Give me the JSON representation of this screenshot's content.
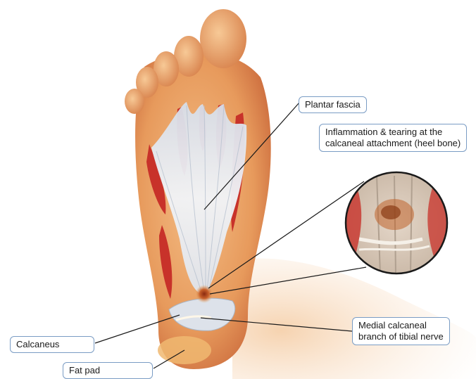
{
  "labels": {
    "plantar_fascia": "Plantar fascia",
    "inflammation_line1": "Inflammation & tearing at the",
    "inflammation_line2": "calcaneal attachment (heel bone)",
    "calcaneus": "Calcaneus",
    "nerve_line1": "Medial calcaneal",
    "nerve_line2": "branch of tibial nerve",
    "fat_pad": "Fat pad"
  },
  "colors": {
    "skin": "#e79a5c",
    "skin_dark": "#c9673a",
    "muscle": "#c8322a",
    "fascia": "#e8ecf2",
    "inflammation": "#b8461f",
    "label_border": "#7a9cc4",
    "leader_line": "#1a1a1a"
  }
}
